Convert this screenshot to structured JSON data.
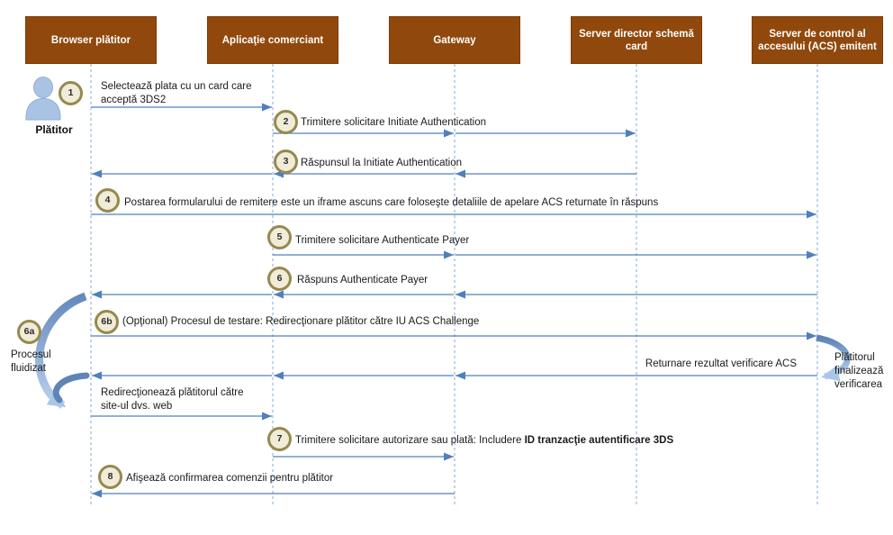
{
  "actors": [
    {
      "label": "Browser plătitor"
    },
    {
      "label": "Aplicaţie comerciant"
    },
    {
      "label": "Gateway"
    },
    {
      "label": "Server director schemă card"
    },
    {
      "label": "Server de control al accesului (ACS) emitent"
    }
  ],
  "payer": {
    "label": "Plătitor"
  },
  "steps": {
    "s1": {
      "num": "1",
      "text": "Selectează plata cu un card care acceptă 3DS2"
    },
    "s2": {
      "num": "2",
      "text": "Trimitere solicitare Initiate Authentication"
    },
    "s3": {
      "num": "3",
      "text": "Răspunsul la Initiate Authentication"
    },
    "s4": {
      "num": "4",
      "text": "Postarea formularului de remitere este un iframe ascuns care foloseşte detaliile de apelare ACS returnate în răspuns"
    },
    "s5": {
      "num": "5",
      "text": "Trimitere solicitare Authenticate Payer"
    },
    "s6": {
      "num": "6",
      "text": "Răspuns Authenticate Payer"
    },
    "s6b": {
      "num": "6b",
      "text": "(Opţional) Procesul de testare: Redirecţionare plătitor către IU ACS Challenge"
    },
    "s6a": {
      "num": "6a",
      "text": "Procesul fluidizat"
    },
    "s7": {
      "num": "7",
      "text": "Trimitere solicitare autorizare sau plată: Includere ",
      "text_bold": "ID tranzacţie autentificare 3DS"
    },
    "s8": {
      "num": "8",
      "text": "Afişează confirmarea comenzii pentru plătitor"
    }
  },
  "labels": {
    "acs_result": "Returnare rezultat verificare ACS",
    "payer_completes": "Plătitorul finalizează verificarea",
    "redirect": "Redirecţionează plătitorul către site-ul dvs. web"
  },
  "colors": {
    "header_bg": "#91480C",
    "header_border": "#7A3B06",
    "arrow": "#4E80BD",
    "lifeline": "#84A9DA",
    "circle_fill": "#F0ECD8",
    "circle_border": "#95894F",
    "curve_dark": "#5E84B6",
    "curve_light": "#B9D1EE",
    "person": "#A9C3E4"
  }
}
